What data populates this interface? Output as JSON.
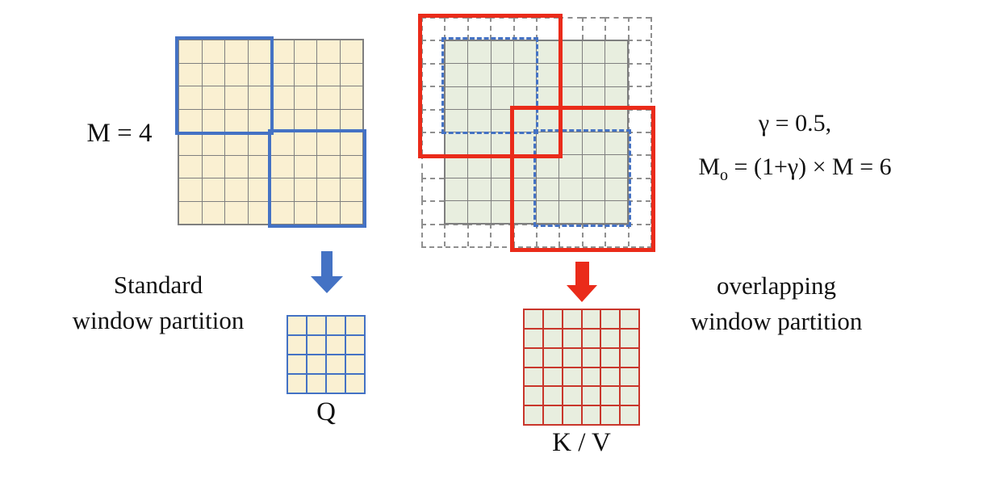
{
  "figure": {
    "left_panel": {
      "m_label": "M = 4",
      "caption": {
        "line1": "Standard",
        "line2": "window partition"
      },
      "feature_grid": {
        "rows": 8,
        "cols": 8
      },
      "output_grid": {
        "rows": 4,
        "cols": 4
      },
      "output_label": "Q"
    },
    "right_panel": {
      "gamma_label": "γ = 0.5,",
      "formula": {
        "base": "M",
        "subscript": "o",
        "rest": " = (1+γ) × M = 6"
      },
      "caption": {
        "line1": "overlapping",
        "line2": "window partition"
      },
      "outer_grid": {
        "rows": 10,
        "cols": 10
      },
      "inner_grid": {
        "rows": 8,
        "cols": 8
      },
      "output_grid": {
        "rows": 6,
        "cols": 6
      },
      "output_label": "K / V"
    },
    "colors": {
      "feature_fill": "#FAF0D2",
      "overlap_fill": "#E8EEDF",
      "window_blue": "#4472C4",
      "window_red": "#EA2B1A",
      "output_grid_red": "#C9362B",
      "line_gray": "#7F7F7F",
      "dash_gray": "#8F8F8F",
      "ink": "#111111"
    }
  }
}
